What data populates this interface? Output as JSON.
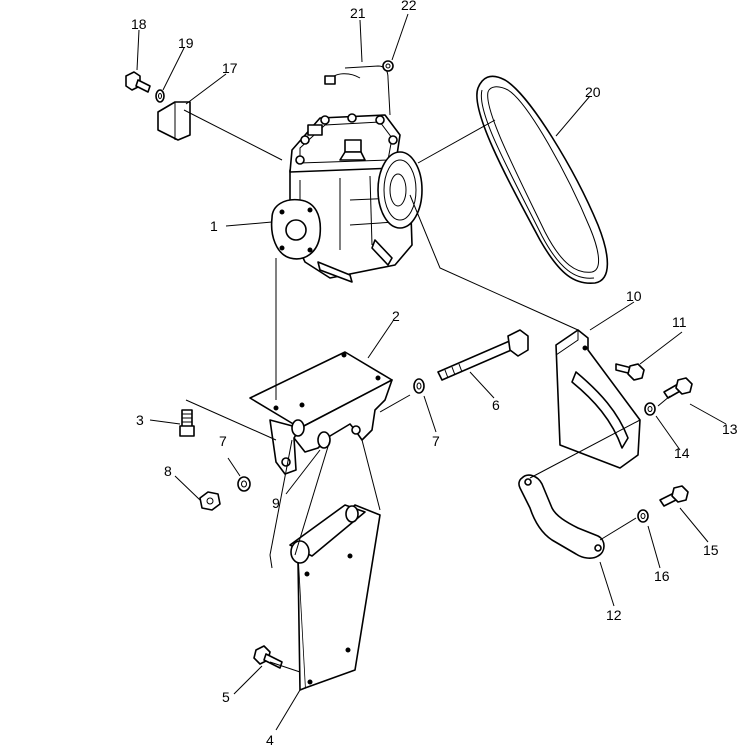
{
  "callouts": [
    {
      "id": "c1",
      "text": "1"
    },
    {
      "id": "c2",
      "text": "2"
    },
    {
      "id": "c3",
      "text": "3"
    },
    {
      "id": "c4",
      "text": "4"
    },
    {
      "id": "c5",
      "text": "5"
    },
    {
      "id": "c6",
      "text": "6"
    },
    {
      "id": "c7a",
      "text": "7"
    },
    {
      "id": "c7b",
      "text": "7"
    },
    {
      "id": "c8",
      "text": "8"
    },
    {
      "id": "c9",
      "text": "9"
    },
    {
      "id": "c10",
      "text": "10"
    },
    {
      "id": "c11",
      "text": "11"
    },
    {
      "id": "c12",
      "text": "12"
    },
    {
      "id": "c13",
      "text": "13"
    },
    {
      "id": "c14",
      "text": "14"
    },
    {
      "id": "c15",
      "text": "15"
    },
    {
      "id": "c16",
      "text": "16"
    },
    {
      "id": "c17",
      "text": "17"
    },
    {
      "id": "c18",
      "text": "18"
    },
    {
      "id": "c19",
      "text": "19"
    },
    {
      "id": "c20",
      "text": "20"
    },
    {
      "id": "c21",
      "text": "21"
    },
    {
      "id": "c22",
      "text": "22"
    }
  ]
}
